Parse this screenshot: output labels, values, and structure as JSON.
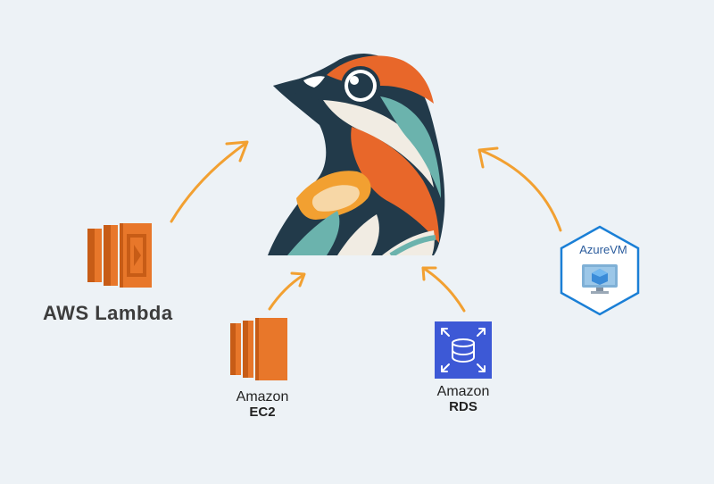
{
  "services": {
    "lambda": {
      "label": "AWS Lambda",
      "icon": "aws-lambda-icon"
    },
    "ec2": {
      "label_line1": "Amazon",
      "label_line2": "EC2",
      "icon": "amazon-ec2-icon"
    },
    "rds": {
      "label_line1": "Amazon",
      "label_line2": "RDS",
      "icon": "amazon-rds-icon"
    },
    "azure": {
      "label": "AzureVM",
      "icon": "azure-vm-icon"
    }
  },
  "center_logo": {
    "icon": "bird-logo"
  },
  "colors": {
    "aws_orange": "#e8772a",
    "aws_orange_dark": "#c75c16",
    "arrow": "#f2a031",
    "rds_blue": "#3d59d6",
    "azure_blue": "#1a7fd6",
    "bird_navy": "#223a4a",
    "bird_orange": "#e8672a",
    "bird_teal": "#6bb3ad"
  }
}
